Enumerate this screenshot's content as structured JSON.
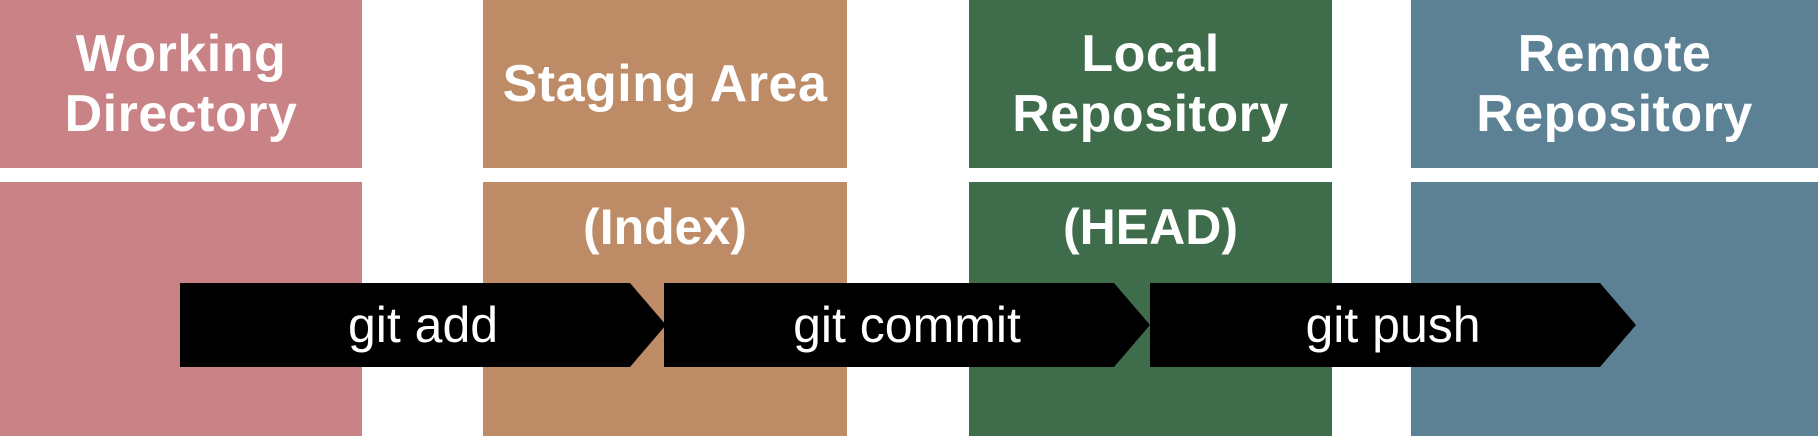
{
  "areas": [
    {
      "id": "working",
      "title": "Working\nDirectory",
      "subtitle": "",
      "color": "#c98387"
    },
    {
      "id": "staging",
      "title": "Staging Area",
      "subtitle": "(Index)",
      "color": "#bd8b66"
    },
    {
      "id": "local",
      "title": "Local\nRepository",
      "subtitle": "(HEAD)",
      "color": "#3f6c4a"
    },
    {
      "id": "remote",
      "title": "Remote\nRepository",
      "subtitle": "",
      "color": "#5d8194"
    }
  ],
  "arrows": [
    {
      "id": "add",
      "label": "git add"
    },
    {
      "id": "commit",
      "label": "git commit"
    },
    {
      "id": "push",
      "label": "git push"
    }
  ],
  "arrow_color": "#000000"
}
